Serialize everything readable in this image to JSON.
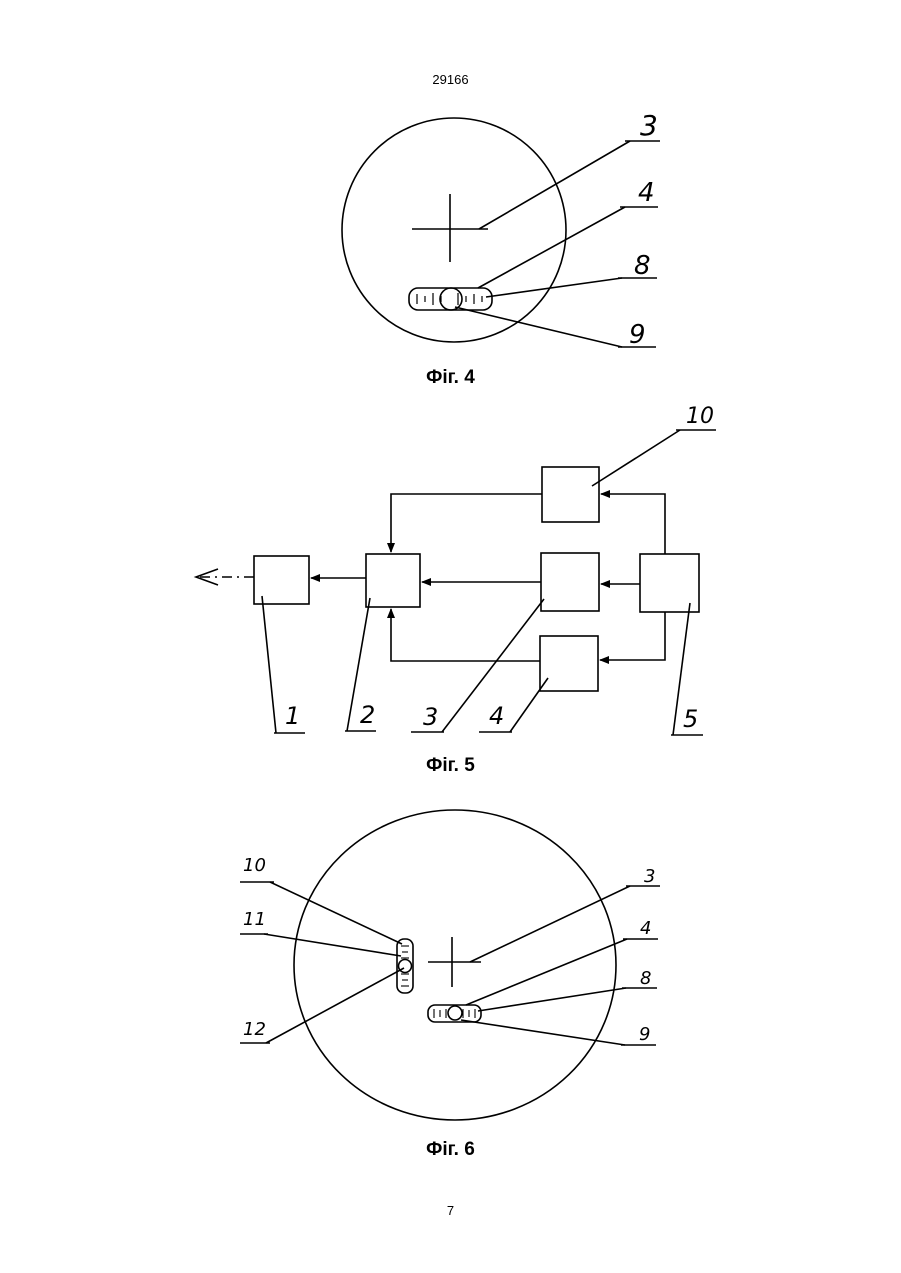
{
  "page": {
    "top_number": "29166",
    "bottom_number": "7"
  },
  "fig4": {
    "caption": "Фіг. 4",
    "labels": {
      "l3": "3",
      "l4": "4",
      "l8": "8",
      "l9": "9"
    }
  },
  "fig5": {
    "caption": "Фіг. 5",
    "labels": {
      "l1": "1",
      "l2": "2",
      "l3": "3",
      "l4": "4",
      "l5": "5",
      "l10": "10"
    }
  },
  "fig6": {
    "caption": "Фіг. 6",
    "labels": {
      "l3": "3",
      "l4": "4",
      "l8": "8",
      "l9": "9",
      "l10": "10",
      "l11": "11",
      "l12": "12"
    }
  }
}
